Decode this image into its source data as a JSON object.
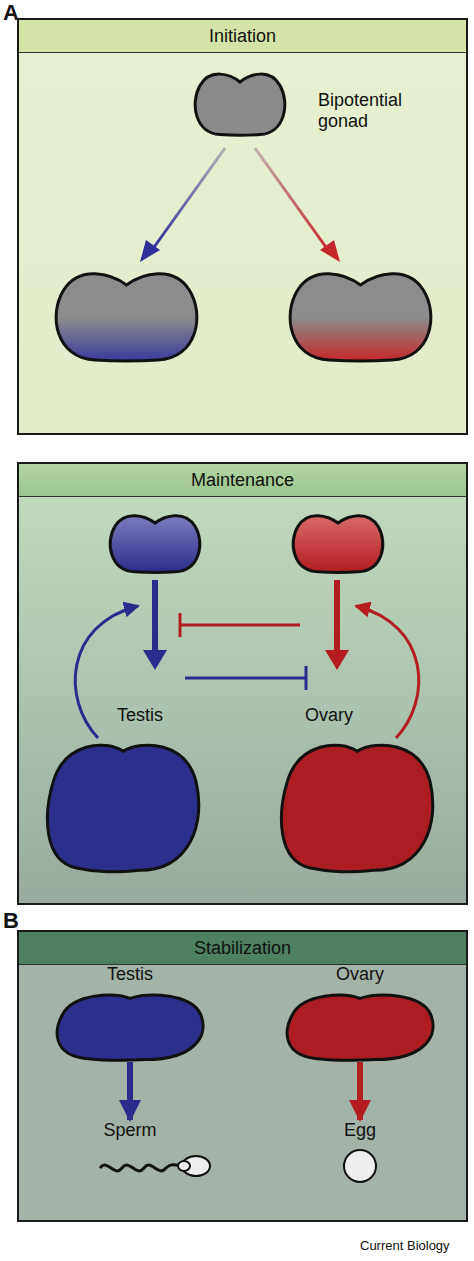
{
  "diagram": {
    "nodes": [
      {
        "text": [
          "Initiation"
        ]
      },
      {
        "text": [
          "Bipotential gonad"
        ],
        "in": 0
      },
      {
        "text": [
          "Maintenance"
        ]
      },
      {
        "text": [
          "Testis"
        ],
        "in": 2
      },
      {
        "text": [
          "Ovary"
        ],
        "in": 2
      },
      {
        "text": [
          "Stabilization"
        ]
      },
      {
        "text": [
          "Testis"
        ],
        "in": 5
      },
      {
        "text": [
          "Ovary"
        ],
        "in": 5
      },
      {
        "text": [
          "Sperm"
        ],
        "in": 5
      },
      {
        "text": [
          "Egg"
        ],
        "in": 5
      }
    ],
    "edges": [
      {
        "from": 6,
        "to": 8,
        "arrow": "to"
      },
      {
        "from": 7,
        "to": 9,
        "arrow": "to"
      }
    ],
    "labels": [
      "A",
      "B",
      "Current Biology"
    ]
  }
}
